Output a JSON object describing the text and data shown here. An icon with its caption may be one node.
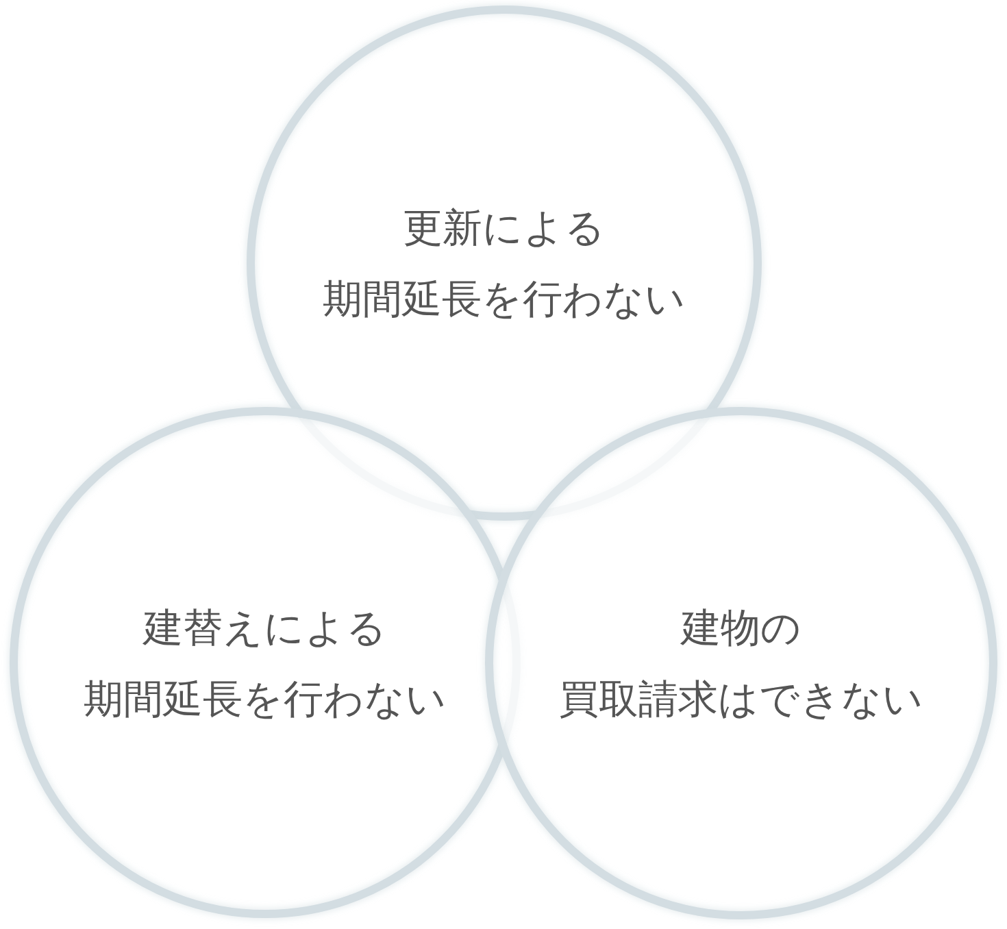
{
  "diagram": {
    "nodes": [
      {
        "text": [
          "更新による期間延長を行わない"
        ]
      },
      {
        "text": [
          "建替えによる期間延長を行わない"
        ]
      },
      {
        "text": [
          "建物の買取請求はできない"
        ]
      }
    ]
  }
}
